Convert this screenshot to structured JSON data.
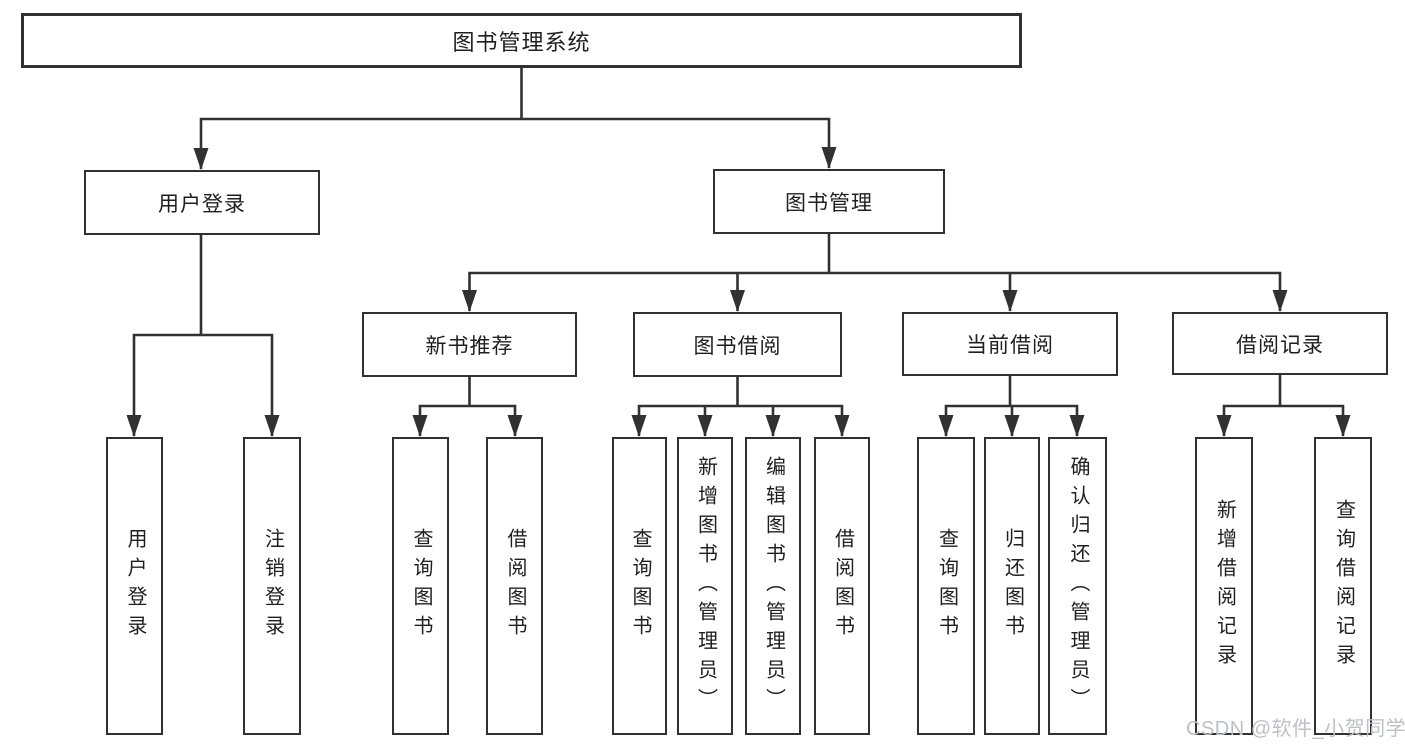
{
  "diagram": {
    "root": {
      "label": "图书管理系统"
    },
    "branches": [
      {
        "label": "用户登录",
        "children": [
          {
            "label": "用户登录"
          },
          {
            "label": "注销登录"
          }
        ]
      },
      {
        "label": "图书管理",
        "children": [
          {
            "label": "新书推荐",
            "children": [
              {
                "label": "查询图书"
              },
              {
                "label": "借阅图书"
              }
            ]
          },
          {
            "label": "图书借阅",
            "children": [
              {
                "label": "查询图书"
              },
              {
                "label": "新增图书（管理员）"
              },
              {
                "label": "编辑图书（管理员）"
              },
              {
                "label": "借阅图书"
              }
            ]
          },
          {
            "label": "当前借阅",
            "children": [
              {
                "label": "查询图书"
              },
              {
                "label": "归还图书"
              },
              {
                "label": "确认归还（管理员）"
              }
            ]
          },
          {
            "label": "借阅记录",
            "children": [
              {
                "label": "新增借阅记录"
              },
              {
                "label": "查询借阅记录"
              }
            ]
          }
        ]
      }
    ]
  },
  "watermark": {
    "text": "CSDN @软件_小贺同学"
  },
  "colors": {
    "line": "#313131",
    "text": "#1f1f1f",
    "background": "#ffffff",
    "watermark": "#bcc1c6"
  }
}
